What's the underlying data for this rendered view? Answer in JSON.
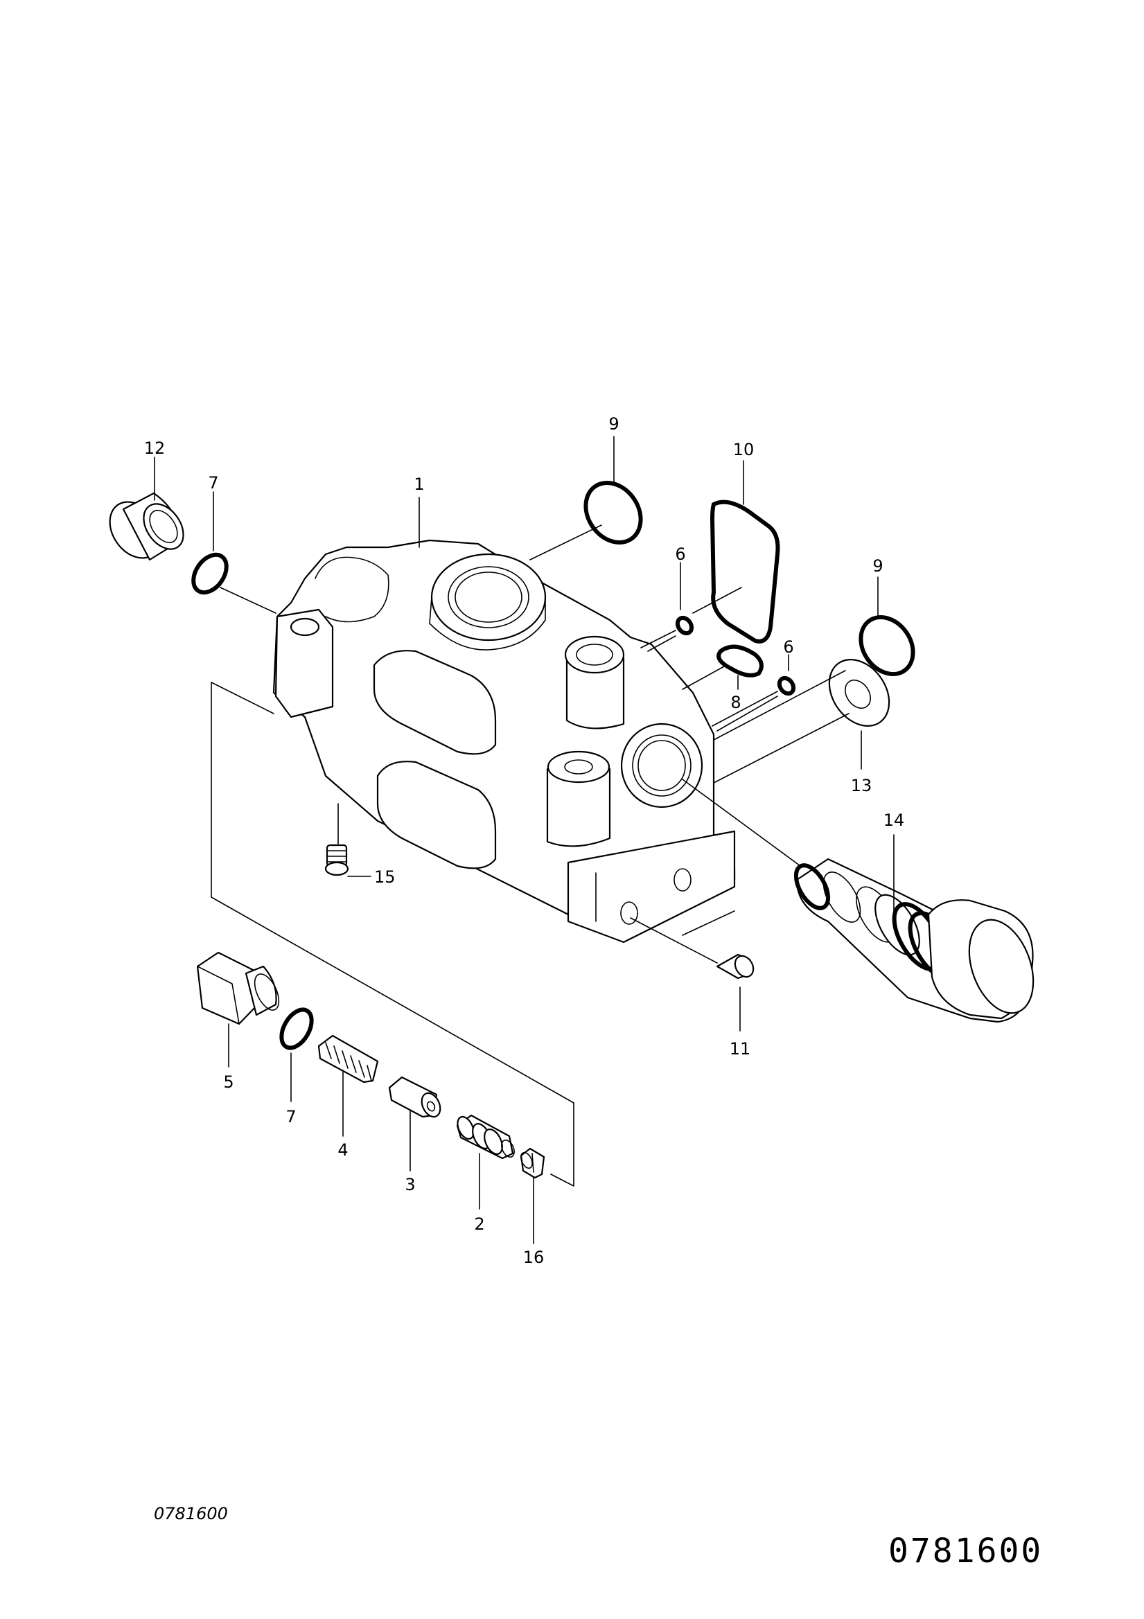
{
  "callouts": [
    {
      "id": "c1",
      "text": "1"
    },
    {
      "id": "c2",
      "text": "2"
    },
    {
      "id": "c3",
      "text": "3"
    },
    {
      "id": "c4",
      "text": "4"
    },
    {
      "id": "c5",
      "text": "5"
    },
    {
      "id": "c6a",
      "text": "6"
    },
    {
      "id": "c6b",
      "text": "6"
    },
    {
      "id": "c7a",
      "text": "7"
    },
    {
      "id": "c7b",
      "text": "7"
    },
    {
      "id": "c8",
      "text": "8"
    },
    {
      "id": "c9a",
      "text": "9"
    },
    {
      "id": "c9b",
      "text": "9"
    },
    {
      "id": "c10",
      "text": "10"
    },
    {
      "id": "c11",
      "text": "11"
    },
    {
      "id": "c12",
      "text": "12"
    },
    {
      "id": "c13",
      "text": "13"
    },
    {
      "id": "c14",
      "text": "14"
    },
    {
      "id": "c15",
      "text": "15"
    },
    {
      "id": "c16",
      "text": "16"
    }
  ],
  "drawing_code_small": "0781600",
  "drawing_code_large": "0781600"
}
